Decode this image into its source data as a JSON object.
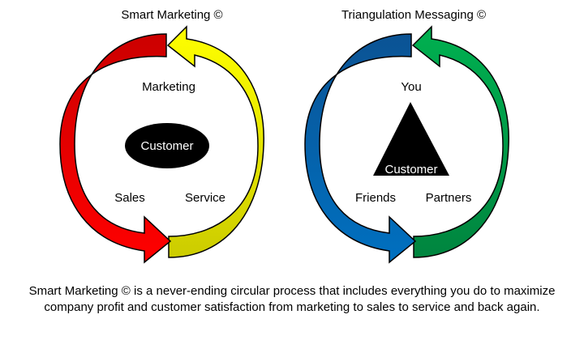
{
  "left_diagram": {
    "title": "Smart Marketing ©",
    "labels": {
      "top": "Marketing",
      "left": "Sales",
      "right": "Service"
    },
    "center_label": "Customer",
    "arrow_colors": {
      "top_left": "#cc0000",
      "bottom_left": "#ff0000",
      "top_right": "#ffff00",
      "bottom_right": "#cccc00"
    }
  },
  "right_diagram": {
    "title": "Triangulation Messaging ©",
    "labels": {
      "top": "You",
      "left": "Friends",
      "right": "Partners"
    },
    "center_label": "Customer",
    "arrow_colors": {
      "top_left": "#0b5394",
      "bottom_left": "#0070c0",
      "top_right": "#00b050",
      "bottom_right": "#00853f"
    }
  },
  "caption": "Smart Marketing © is a never-ending circular process that includes everything you do to maximize company profit and customer satisfaction from marketing to sales to service and back again."
}
